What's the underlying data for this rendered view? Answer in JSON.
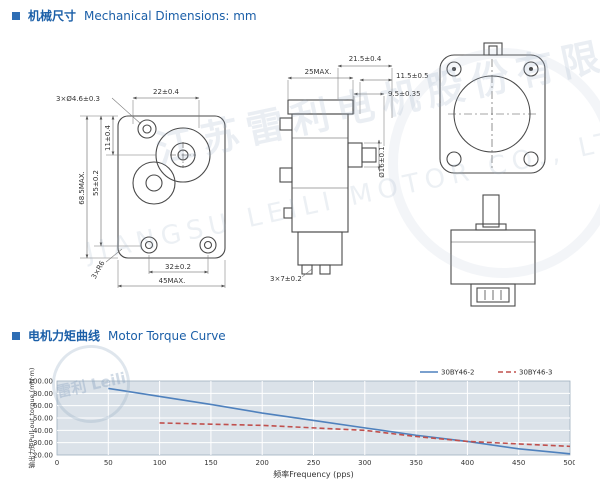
{
  "colors": {
    "accent": "#1b5fa8",
    "drawing_line": "#4a4a4a",
    "chart_plot_bg": "#dbe2e9",
    "grid": "#ffffff",
    "series1": "#4f81bd",
    "series2": "#c0504d"
  },
  "sections": {
    "mech": {
      "title_cn": "机械尺寸",
      "title_en": "Mechanical Dimensions: mm"
    },
    "torque": {
      "title_cn": "电机力矩曲线",
      "title_en": "Motor Torque Curve"
    }
  },
  "watermark": {
    "line1": "江苏雷利电机股份有限公司",
    "line2": "JIANGSU LEILI MOTOR CO., LTD.",
    "logo_text": "雷利 Leili"
  },
  "drawings": {
    "left_view": {
      "dim_holes": "3×Ø4.6±0.3",
      "dim_top_width": "22±0.4",
      "dim_height_11": "11±0.4",
      "dim_height_55": "55±0.2",
      "dim_height_685": "68.5MAX.",
      "dim_radius": "3×R6",
      "dim_bottom_32": "32±0.2",
      "dim_bottom_45": "45MAX."
    },
    "side_view": {
      "dim_25": "25MAX.",
      "dim_215": "21.5±0.4",
      "dim_115": "11.5±0.5",
      "dim_95": "9.5±0.35",
      "dim_shaft": "Ø16±0.1",
      "dim_3x7": "3×7±0.2"
    }
  },
  "chart_data": {
    "type": "line",
    "title": "",
    "xlabel": "频率Frequency (pps)",
    "ylabel": "输出力矩Pull-out torque (mN·m)",
    "x_ticks": [
      0,
      50,
      100,
      150,
      200,
      250,
      300,
      350,
      400,
      450,
      500
    ],
    "y_ticks": [
      20,
      30,
      40,
      50,
      60,
      80,
      100
    ],
    "y_tick_decimals": 2,
    "xlim": [
      0,
      500
    ],
    "grid": true,
    "legend_position": "top-right",
    "series": [
      {
        "name": "30BY46-2",
        "color": "#4f81bd",
        "dash": "solid",
        "x": [
          50,
          100,
          150,
          200,
          250,
          300,
          350,
          400,
          450,
          500
        ],
        "y": [
          88,
          75,
          62,
          54,
          48,
          42,
          36,
          31,
          25,
          21
        ]
      },
      {
        "name": "30BY46-3",
        "color": "#c0504d",
        "dash": "dashed",
        "x": [
          100,
          150,
          200,
          250,
          300,
          350,
          400,
          450,
          500
        ],
        "y": [
          46,
          45,
          44,
          42,
          40,
          35,
          31,
          29,
          27
        ]
      }
    ]
  }
}
